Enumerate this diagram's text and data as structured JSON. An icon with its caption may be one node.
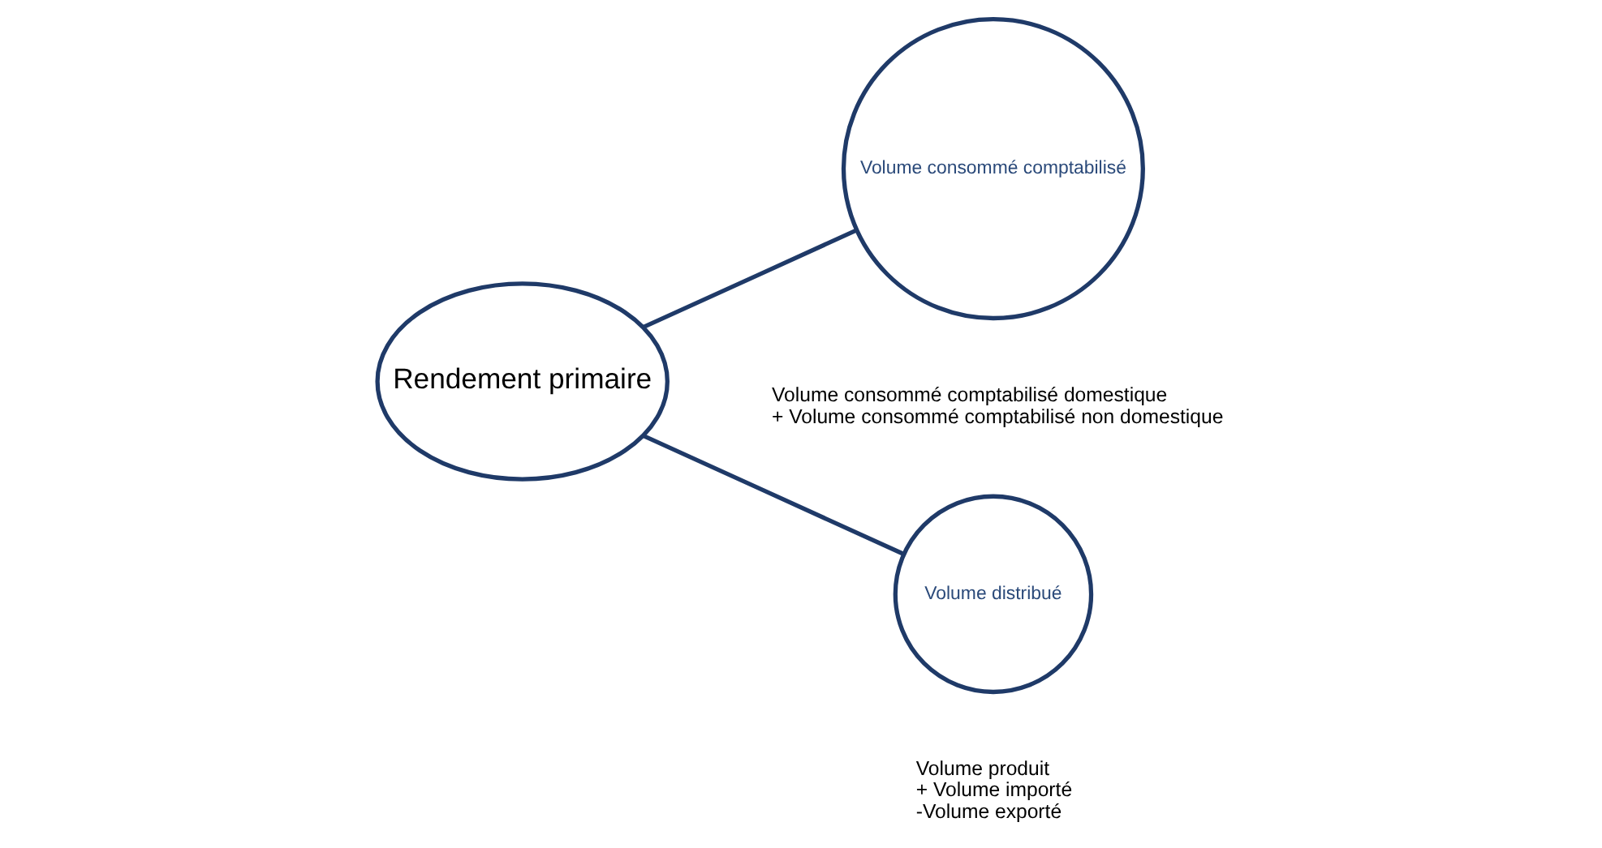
{
  "diagram": {
    "nodes": [
      {
        "text": [
          "Rendement primaire"
        ]
      },
      {
        "text": [
          "Volume consommé comptabilisé"
        ],
        "beside": [
          "Volume consommé comptabilisé domestique",
          "+ Volume consommé comptabilisé non domestique"
        ]
      },
      {
        "text": [
          "Volume distribué"
        ],
        "beside": [
          "Volume produit",
          "+ Volume importé",
          "-Volume exporté"
        ]
      }
    ],
    "edges": [
      {
        "from": 0,
        "to": 1,
        "arrow": "none"
      },
      {
        "from": 0,
        "to": 2,
        "arrow": "none"
      }
    ]
  }
}
